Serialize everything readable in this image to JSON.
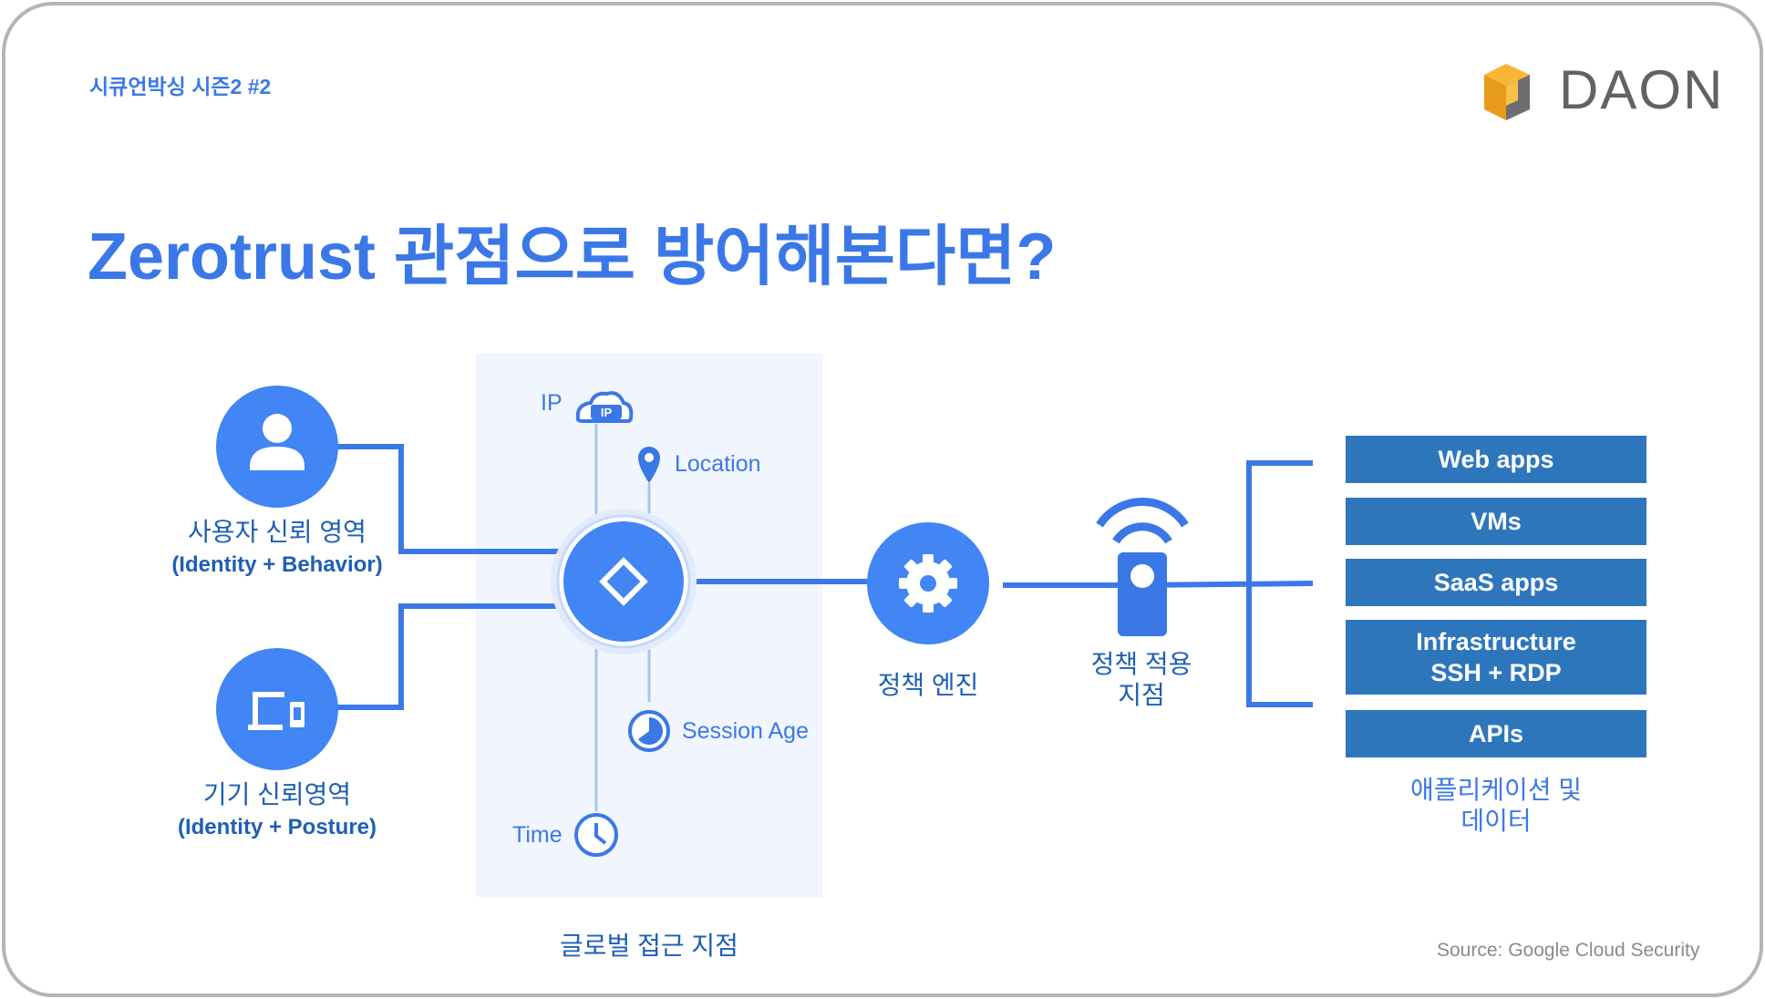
{
  "header": {
    "series_label": "시큐언박싱 시즌2 #2",
    "brand": "DAON",
    "title": "Zerotrust 관점으로 방어해본다면?"
  },
  "diagram": {
    "user_zone": {
      "label": "사용자 신뢰 영역",
      "sublabel": "(Identity + Behavior)",
      "icon": "person-icon"
    },
    "device_zone": {
      "label": "기기 신뢰영역",
      "sublabel": "(Identity + Posture)",
      "icon": "devices-icon"
    },
    "access_point": {
      "label": "글로벌 접근 지점",
      "icon": "diamond-icon",
      "signals": {
        "ip": "IP",
        "ip_badge": "IP",
        "location": "Location",
        "session_age": "Session Age",
        "time": "Time"
      }
    },
    "policy_engine": {
      "label": "정책 엔진",
      "icon": "gear-icon"
    },
    "enforcement_point": {
      "label_line1": "정책 적용",
      "label_line2": "지점",
      "icon": "wifi-device-icon"
    },
    "apps": {
      "items": [
        {
          "label": "Web apps"
        },
        {
          "label": "VMs"
        },
        {
          "label": "SaaS apps"
        },
        {
          "label_line1": "Infrastructure",
          "label_line2": "SSH + RDP"
        },
        {
          "label": "APIs"
        }
      ],
      "caption_line1": "애플리케이션 및",
      "caption_line2": "데이터"
    }
  },
  "footer": {
    "source": "Source: Google Cloud Security"
  },
  "colors": {
    "accent_blue": "#3b78e7",
    "circle_blue": "#4285f4",
    "app_box_blue": "#2e76bc",
    "panel_bg": "#f1f5fd",
    "logo_orange": "#f5a623",
    "logo_gray": "#6d6e71"
  }
}
